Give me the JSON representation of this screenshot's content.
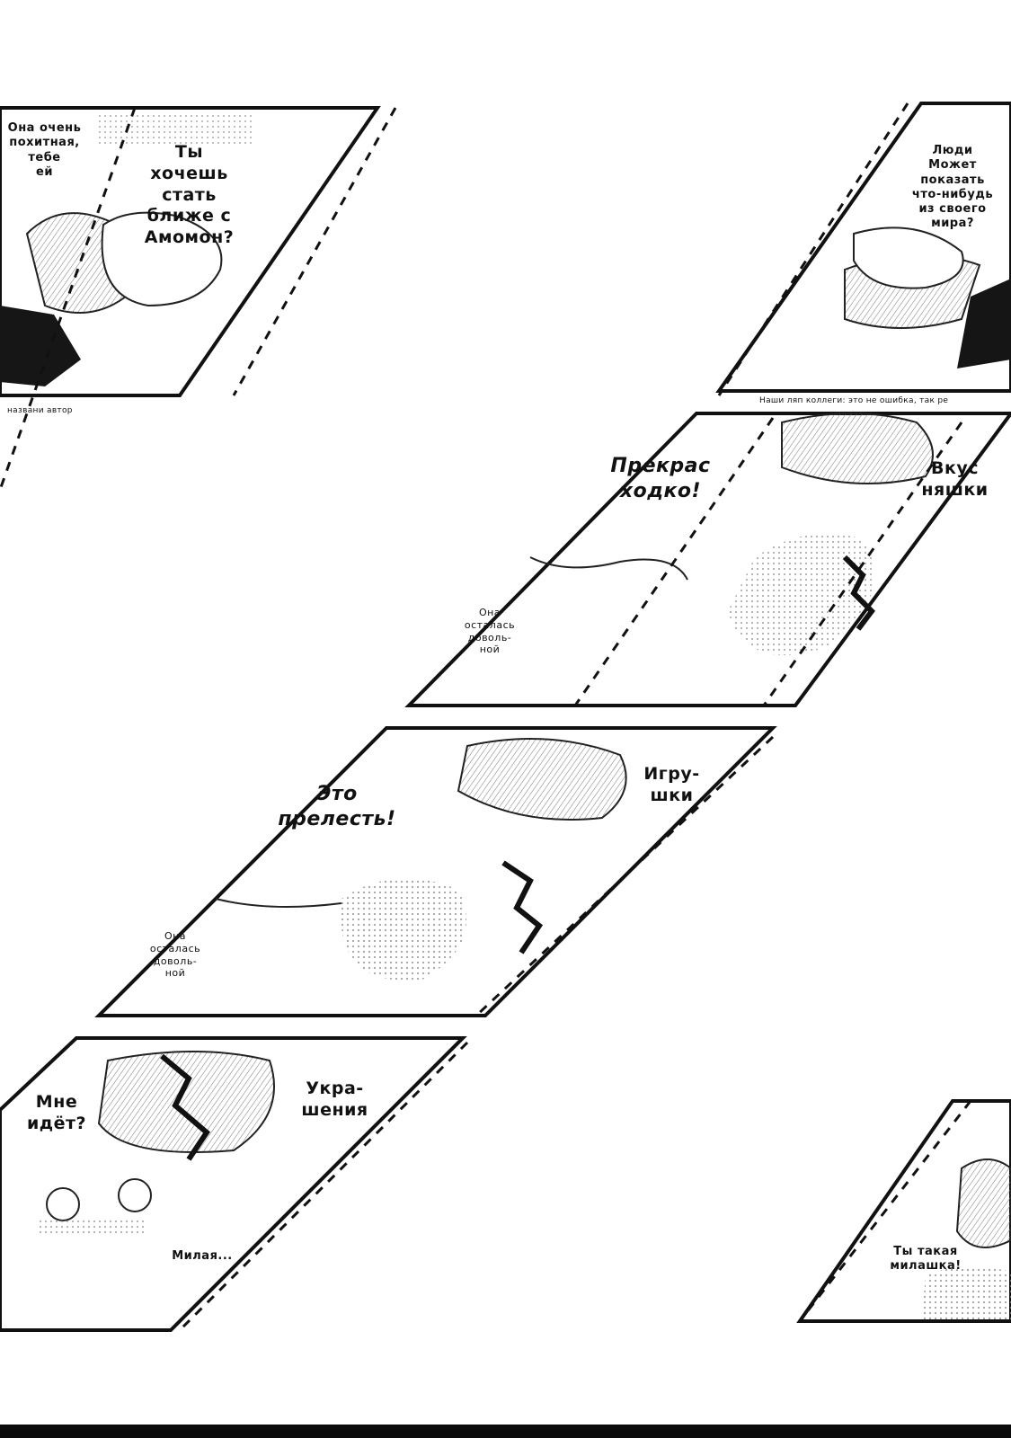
{
  "panels": {
    "p1": {
      "bubble_left": "Она очень\nпохитная,\nтебе\nей",
      "bubble_right": "Ты\nхочешь\nстать\nближе с\nАмомон?",
      "footnote": "названи автор"
    },
    "p2": {
      "bubble": "Люди\nМожет\nпоказать\nчто-нибудь\nиз своего\nмира?",
      "footnote": "Наши ляп коллеги: это не ошибка, так ре"
    },
    "p3": {
      "shout": "Прекрас\nходко!",
      "right": "Вкус\nняшки",
      "narration": "Она\nосталась\nдоволь-\nной"
    },
    "p4": {
      "shout": "Это\nпрелесть!",
      "right": "Игру-\nшки",
      "narration": "Она\nосталась\nдоволь-\nной"
    },
    "p5": {
      "left": "Мне\nидёт?",
      "right": "Укра-\nшения",
      "bottom": "Милая..."
    },
    "p6": {
      "bubble": "Ты такая\nмилашка!"
    }
  },
  "colors": {
    "ink": "#111111",
    "paper": "#ffffff"
  }
}
